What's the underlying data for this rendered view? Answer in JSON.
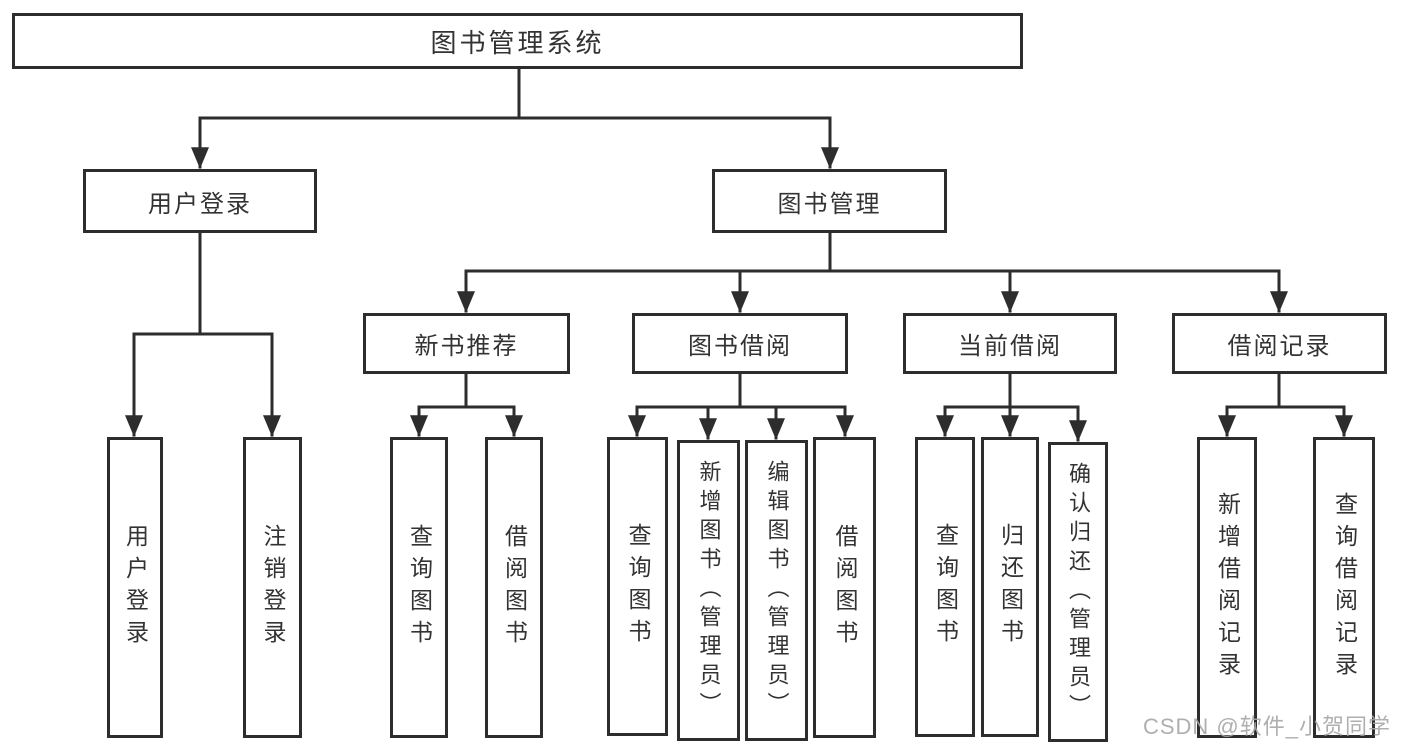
{
  "diagram": {
    "root": {
      "label": "图书管理系统"
    },
    "branches": [
      {
        "label": "用户登录",
        "children": [
          {
            "label": "用户登录"
          },
          {
            "label": "注销登录"
          }
        ]
      },
      {
        "label": "图书管理",
        "children": [
          {
            "label": "新书推荐",
            "children": [
              {
                "label": "查询图书"
              },
              {
                "label": "借阅图书"
              }
            ]
          },
          {
            "label": "图书借阅",
            "children": [
              {
                "label": "查询图书"
              },
              {
                "label": "新增图书（管理员）"
              },
              {
                "label": "编辑图书（管理员）"
              },
              {
                "label": "借阅图书"
              }
            ]
          },
          {
            "label": "当前借阅",
            "children": [
              {
                "label": "查询图书"
              },
              {
                "label": "归还图书"
              },
              {
                "label": "确认归还（管理员）"
              }
            ]
          },
          {
            "label": "借阅记录",
            "children": [
              {
                "label": "新增借阅记录"
              },
              {
                "label": "查询借阅记录"
              }
            ]
          }
        ]
      }
    ]
  },
  "watermark": "CSDN @软件_小贺同学",
  "colors": {
    "line": "#2d2d2d",
    "box_border": "#2d2d2d",
    "box_fill": "#ffffff",
    "text": "#333333",
    "watermark": "#a6a6a6"
  }
}
